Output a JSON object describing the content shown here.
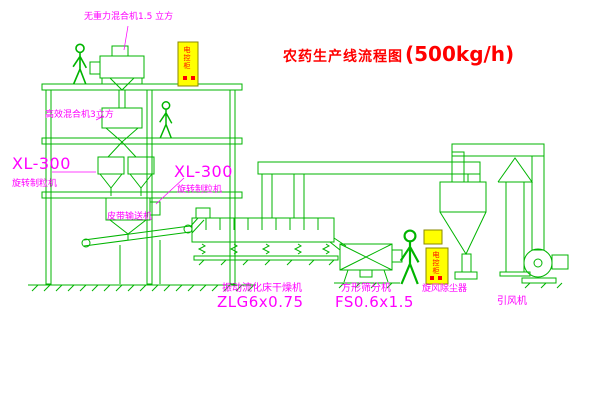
{
  "title": {
    "name": "农药生产线流程图",
    "capacity": "(500kg/h)"
  },
  "labels": {
    "top_mixer": "无重力混合机1.5 立方",
    "high_eff_mixer": "高效混合机3立方",
    "granulator_left_model": "XL-300",
    "granulator_left_name": "旋转制粒机",
    "granulator_center_model": "XL-300",
    "granulator_center_name": "旋转制粒机",
    "belt_conveyor": "皮带输送机",
    "dryer_name": "振动流化床干燥机",
    "dryer_model": "ZLG6x0.75",
    "sieve_name": "方形筛分机",
    "sieve_model": "FS0.6x1.5",
    "cyclone": "旋风除尘器",
    "fan": "引风机",
    "cabinet_top": "电控柜",
    "cabinet_right": "电控柜"
  },
  "colors": {
    "cad_line": "#00b400",
    "label": "#ff00ff",
    "title": "#ff0000",
    "cabinet_fill": "#ffff00",
    "cabinet_text": "#ff0000"
  }
}
